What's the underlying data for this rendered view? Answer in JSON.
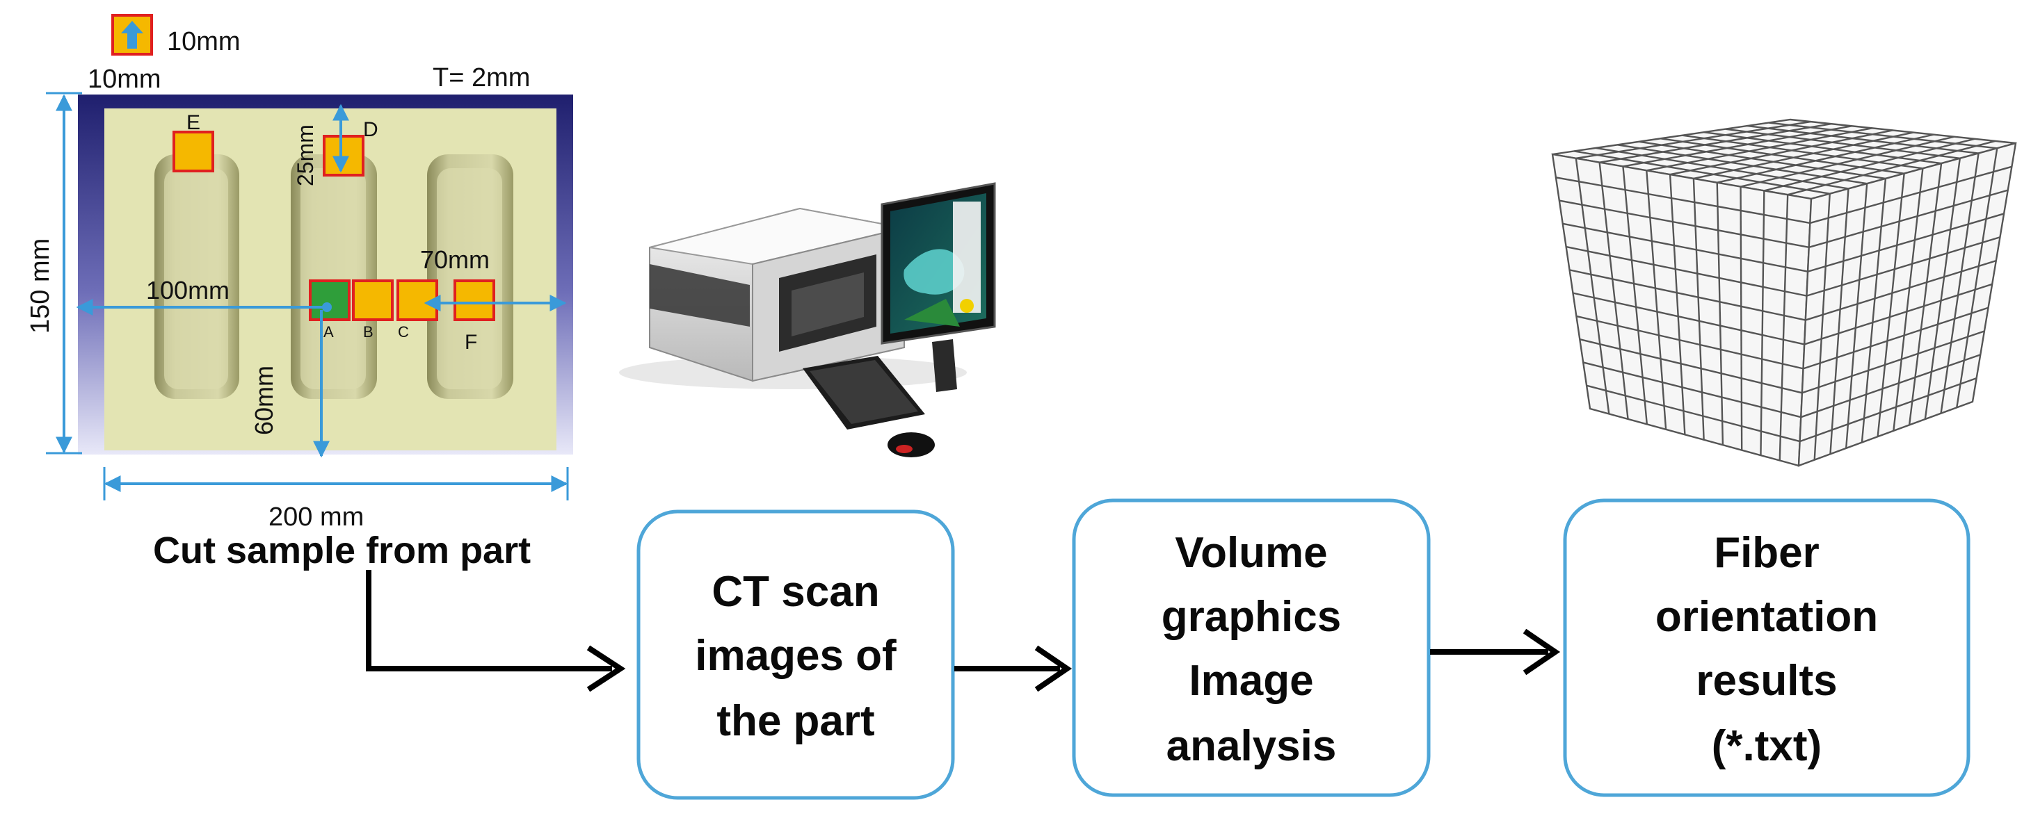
{
  "part": {
    "legend_size": "10mm",
    "top_width": "10mm",
    "thickness": "T= 2mm",
    "height": "150 mm",
    "width": "200 mm",
    "dim_25": "25mm",
    "dim_100": "100mm",
    "dim_70": "70mm",
    "dim_60": "60mm",
    "samples": {
      "a": "A",
      "b": "B",
      "c": "C",
      "d": "D",
      "e": "E",
      "f": "F"
    },
    "caption": "Cut sample from part"
  },
  "steps": [
    {
      "lines": [
        "CT scan",
        "images of",
        "the part"
      ]
    },
    {
      "lines": [
        "Volume",
        "graphics",
        "Image",
        "analysis"
      ]
    },
    {
      "lines": [
        "Fiber",
        "orientation",
        "results",
        "(*.txt)"
      ]
    }
  ],
  "colors": {
    "arrow_blue": "#3a9ad9",
    "box_border": "#4ea6d8",
    "sample_fill": "#f5b800",
    "sample_border": "#e02020",
    "sample_a_fill": "#2f9e3a",
    "plate_face": "#e3e4b3",
    "plate_edge": "#2a2a7a"
  }
}
